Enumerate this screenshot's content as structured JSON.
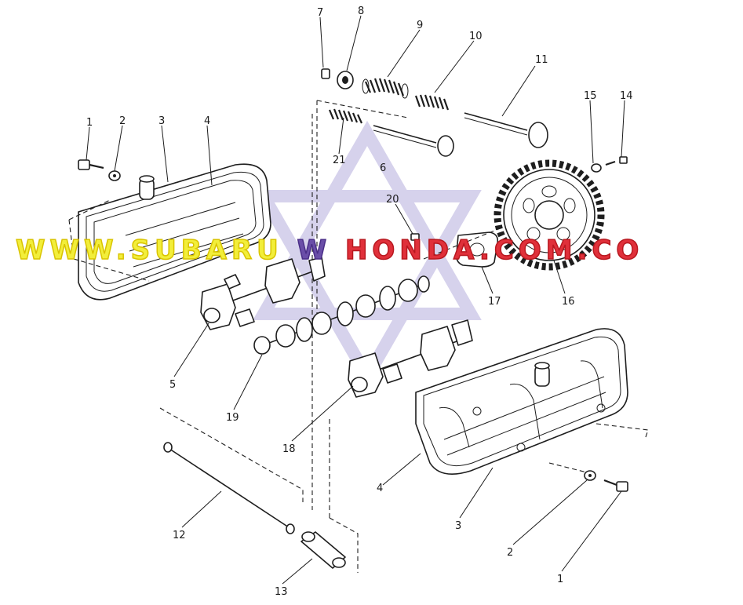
{
  "diagram": {
    "type": "exploded parts diagram",
    "callouts": [
      "1",
      "2",
      "3",
      "4",
      "5",
      "6",
      "7",
      "8",
      "9",
      "10",
      "11",
      "12",
      "13",
      "14",
      "15",
      "16",
      "17",
      "18",
      "19",
      "20",
      "21"
    ]
  },
  "watermark": {
    "part1": "WWW.SUBARU",
    "part2": "W",
    "part3": "HONDA.COM.CO",
    "colors": {
      "yellow": "#f2ee3a",
      "purple": "#6a4ea8",
      "red": "#e0303a",
      "star": "#c9c3e6"
    }
  }
}
